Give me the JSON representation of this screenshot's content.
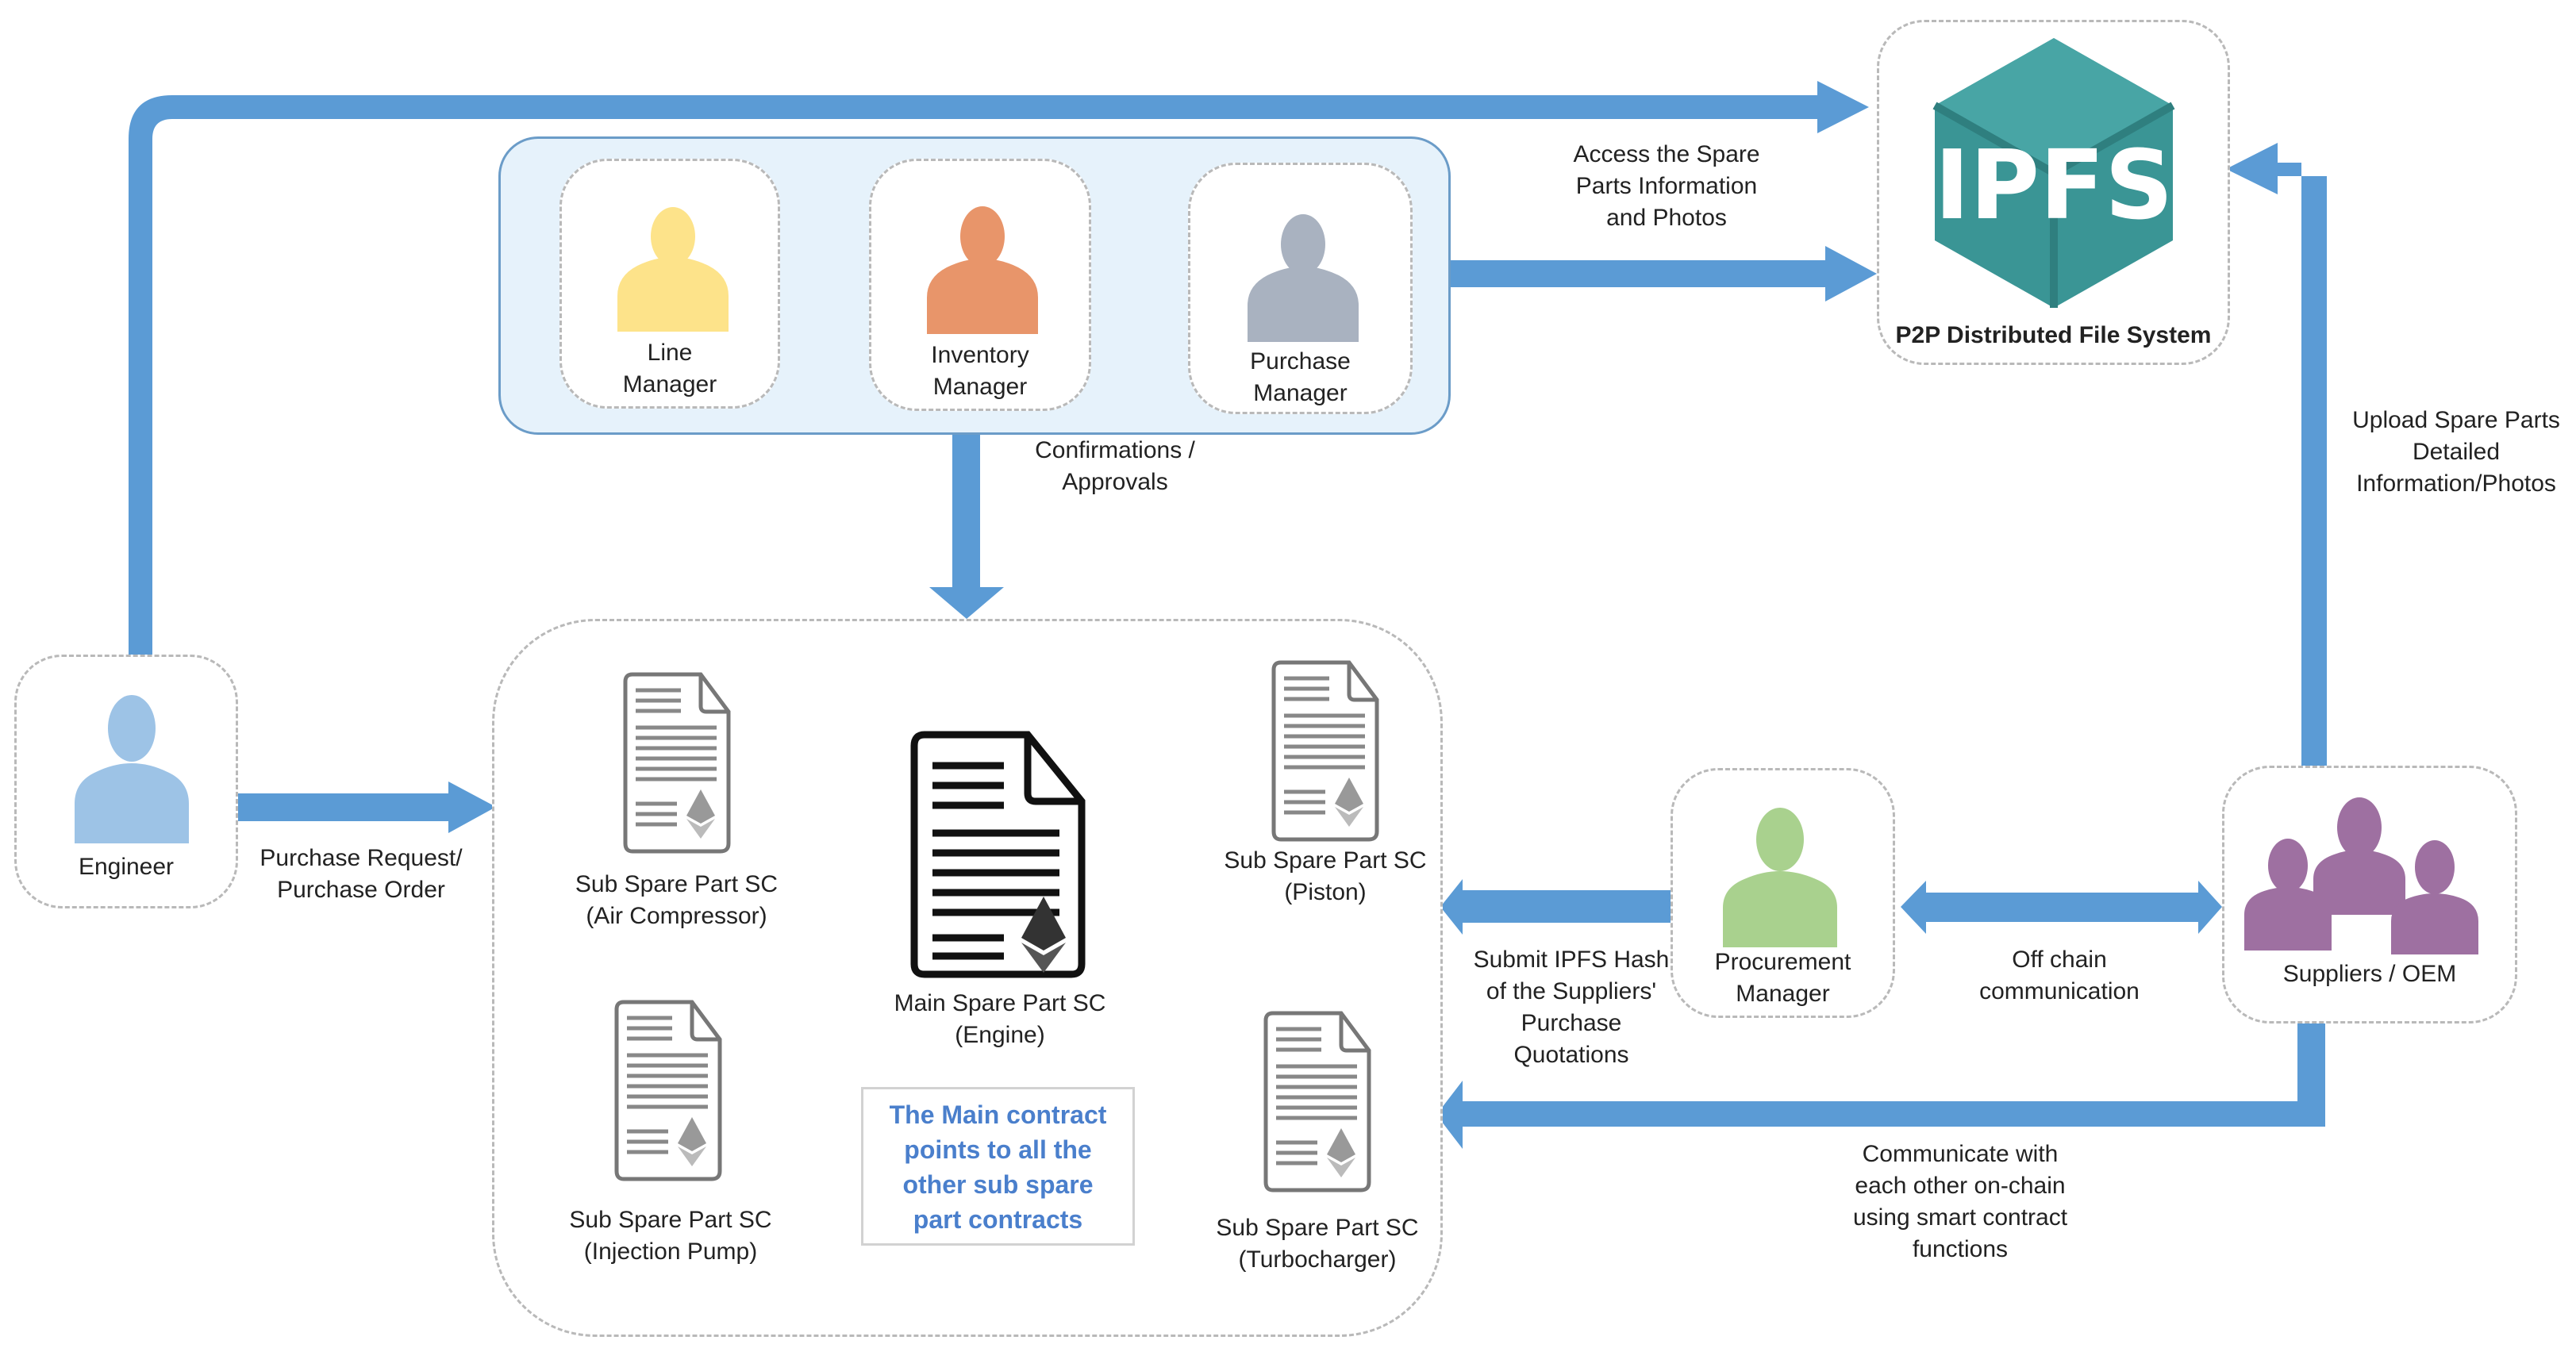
{
  "colors": {
    "arrow": "#5b9bd5",
    "line_manager": "#fde38a",
    "inventory_manager": "#e8956a",
    "purchase_manager": "#a9b2c0",
    "engineer": "#9dc3e6",
    "procurement_manager": "#a9d18e",
    "suppliers": "#9e70a1",
    "ipfs": "#3a9595",
    "note_text": "#4a7fcc"
  },
  "actors": {
    "engineer": "Engineer",
    "line_manager": [
      "Line",
      "Manager"
    ],
    "inventory_manager": [
      "Inventory",
      "Manager"
    ],
    "purchase_manager": [
      "Purchase",
      "Manager"
    ],
    "procurement_manager": [
      "Procurement",
      "Manager"
    ],
    "suppliers": "Suppliers / OEM"
  },
  "ipfs": {
    "logo_text": "IPFS",
    "caption": "P2P Distributed File System"
  },
  "contracts": {
    "main": [
      "Main Spare Part SC",
      "(Engine)"
    ],
    "air_compressor": [
      "Sub Spare Part SC",
      "(Air Compressor)"
    ],
    "piston": [
      "Sub Spare Part SC",
      "(Piston)"
    ],
    "injection_pump": [
      "Sub Spare Part SC",
      "(Injection Pump)"
    ],
    "turbocharger": [
      "Sub Spare Part SC",
      "(Turbocharger)"
    ]
  },
  "note": [
    "The Main contract",
    "points to all the",
    "other sub spare",
    "part contracts"
  ],
  "flows": {
    "access_ipfs": [
      "Access the Spare",
      "Parts Information",
      "and Photos"
    ],
    "upload_ipfs": [
      "Upload Spare Parts",
      "Detailed",
      "Information/Photos"
    ],
    "confirmations": [
      "Confirmations /",
      "Approvals"
    ],
    "purchase_request": [
      "Purchase Request/",
      "Purchase Order"
    ],
    "submit_hash": [
      "Submit IPFS Hash",
      "of the Suppliers'",
      "Purchase",
      "Quotations"
    ],
    "off_chain": [
      "Off chain",
      "communication"
    ],
    "on_chain": [
      "Communicate with",
      "each other on-chain",
      "using smart contract",
      "functions"
    ]
  }
}
